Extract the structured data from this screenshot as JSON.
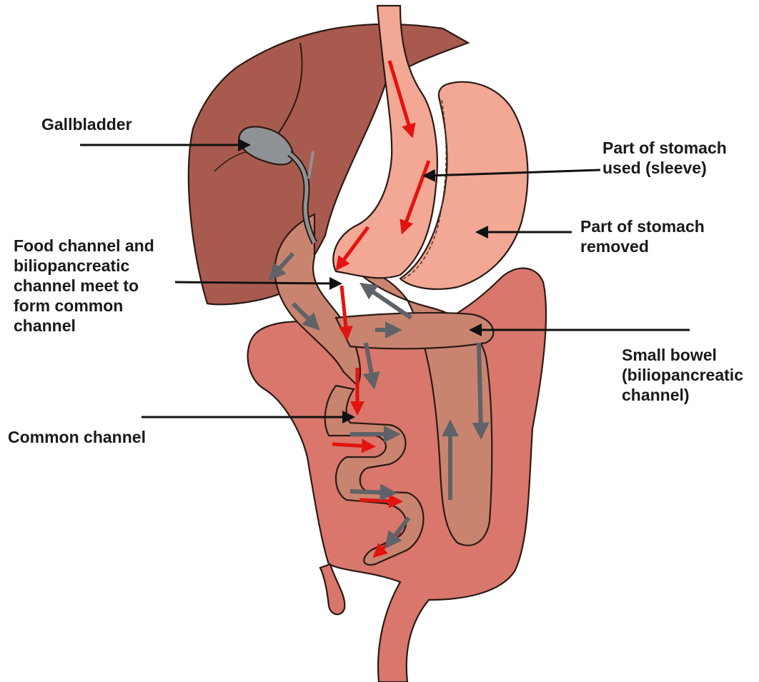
{
  "colors": {
    "liver": "#a95a4f",
    "liver_dark": "#8e4a40",
    "gallbladder": "#8f9295",
    "stomach": "#f2a894",
    "colon": "#d9776c",
    "small_bowel": "#c98470",
    "food_arrow": "#e3130f",
    "bile_arrow": "#5f6266",
    "pointer": "#111111"
  },
  "labels": {
    "gallbladder": "Gallbladder",
    "sleeve": [
      "Part of stomach",
      "used (sleeve)"
    ],
    "removed": [
      "Part of stomach",
      "removed"
    ],
    "meet": [
      "Food channel and",
      "biliopancreatic",
      "channel meet to",
      "form common",
      "channel"
    ],
    "small_bowel": [
      "Small bowel",
      "(biliopancreatic",
      "channel)"
    ],
    "common": "Common channel"
  }
}
